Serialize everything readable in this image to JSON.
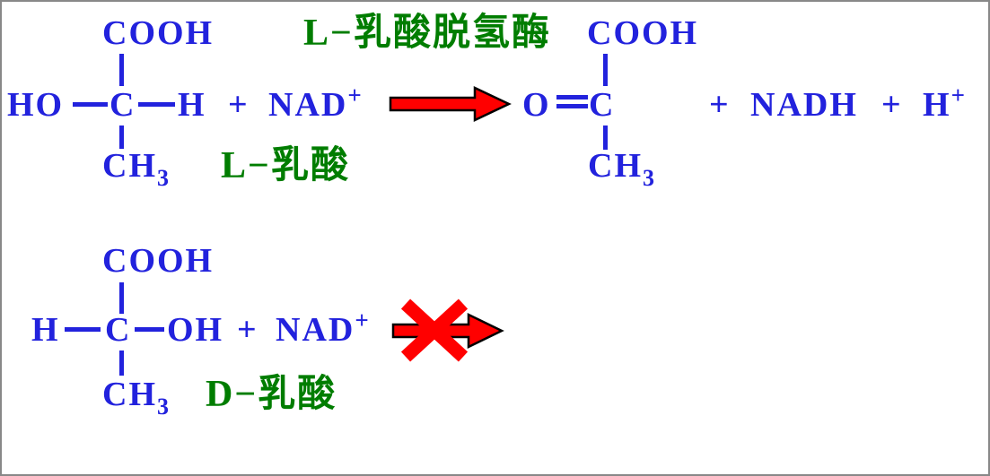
{
  "colors": {
    "formula_blue": "#2222dd",
    "label_green": "#007d00",
    "arrow_red": "#ff0000",
    "arrow_outline": "#000000",
    "background": "#ffffff",
    "border_gray": "#888888"
  },
  "top_reaction": {
    "enzyme_label": "L−乳酸脱氢酶",
    "substrate_label": "L−乳酸",
    "substrate": {
      "carboxyl": "COOH",
      "left_atom": "HO",
      "center_atom": "C",
      "right_atom": "H",
      "methyl": "CH",
      "methyl_sub": "3"
    },
    "plus": "+",
    "nad": "NAD",
    "nad_sup": "+",
    "product": {
      "carboxyl": "COOH",
      "oxygen": "O",
      "center_atom": "C",
      "methyl": "CH",
      "methyl_sub": "3"
    },
    "nadh": "NADH",
    "h_ion": "H",
    "h_ion_sup": "+"
  },
  "bottom_reaction": {
    "substrate_label": "D−乳酸",
    "substrate": {
      "carboxyl": "COOH",
      "left_atom": "H",
      "center_atom": "C",
      "right_atom": "OH",
      "methyl": "CH",
      "methyl_sub": "3"
    },
    "plus": "+",
    "nad": "NAD",
    "nad_sup": "+"
  }
}
